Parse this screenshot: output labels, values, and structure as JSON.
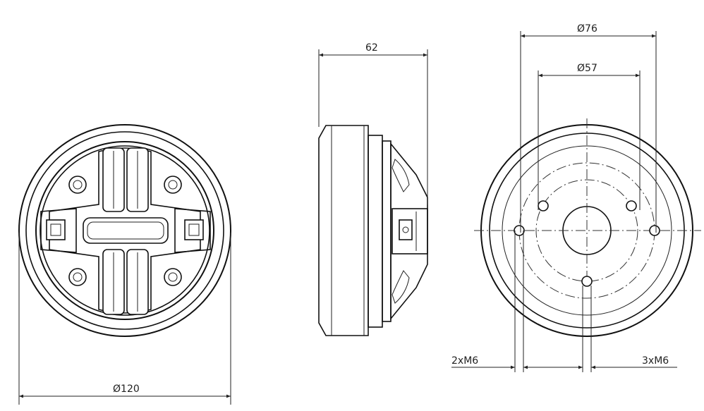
{
  "dimensions": {
    "front_diameter": "120",
    "depth": "62",
    "bolt_circle_outer": "76",
    "bolt_circle_inner": "57",
    "thread_left": "2xM6",
    "thread_right": "3xM6"
  },
  "symbols": {
    "diameter": "Ø"
  }
}
